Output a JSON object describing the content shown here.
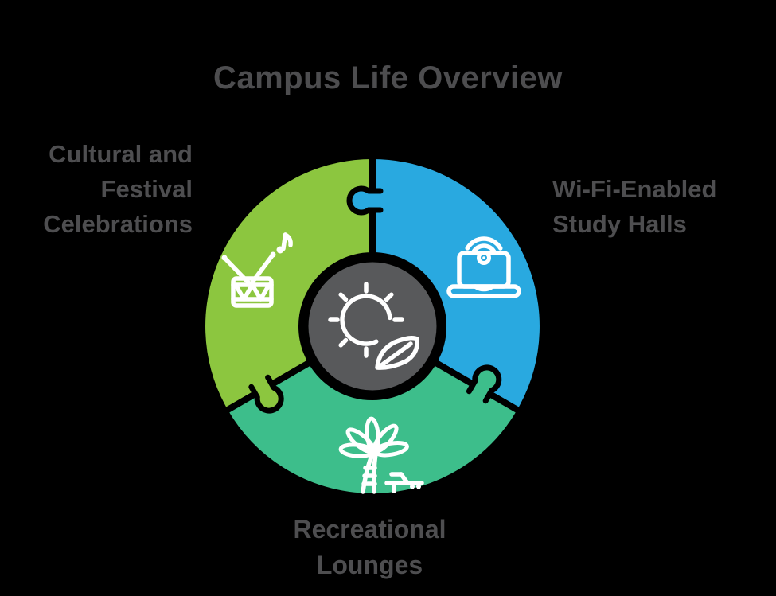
{
  "title": "Campus Life Overview",
  "background_color": "#000000",
  "text_color": "#4E4E50",
  "outline_color": "#000000",
  "icon_stroke_color": "#FFFFFF",
  "center_hub": {
    "icon": "sun-leaf-icon",
    "color": "#58595B"
  },
  "segments": [
    {
      "name": "Cultural and Festival Celebrations",
      "label_lines": [
        "Cultural and",
        "Festival",
        "Celebrations"
      ],
      "color": "#8CC63F",
      "icon": "drum-music-icon",
      "position": "top-left"
    },
    {
      "name": "Wi-Fi-Enabled Study Halls",
      "label_lines": [
        "Wi-Fi-Enabled",
        "Study Halls"
      ],
      "color": "#29A9E0",
      "icon": "laptop-wifi-icon",
      "position": "right"
    },
    {
      "name": "Recreational Lounges",
      "label_lines": [
        "Recreational",
        "Lounges"
      ],
      "color": "#3DBE8B",
      "icon": "palm-lounge-icon",
      "position": "bottom"
    }
  ]
}
